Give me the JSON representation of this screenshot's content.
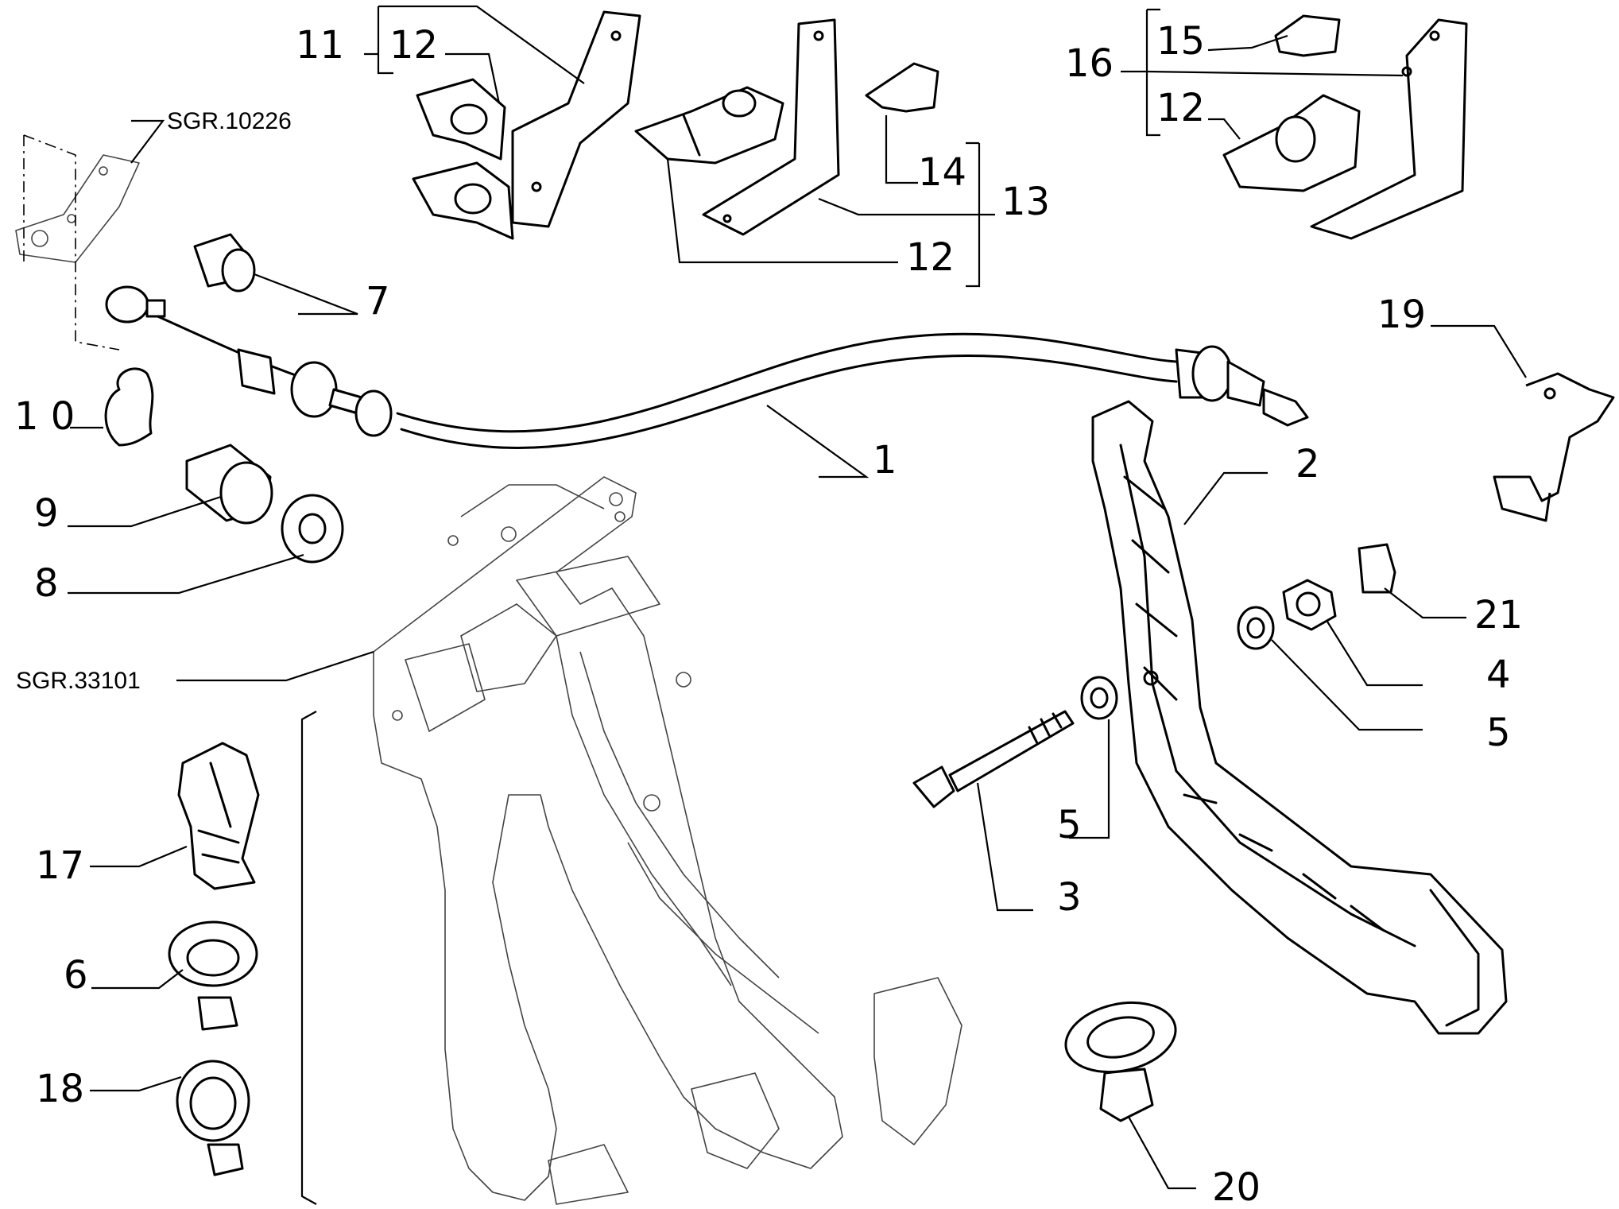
{
  "labels": {
    "cable": "1",
    "pedal": "2",
    "bolt": "3",
    "nut": "4",
    "washer_a": "5",
    "washer_b": "5",
    "clip_6": "6",
    "bush_7": "7",
    "washer_8": "8",
    "bush_9": "9",
    "spring_clip": "1 0",
    "bracket_11": "11",
    "clip_12_a": "12",
    "clip_12_b": "12",
    "clip_12_c": "12",
    "bracket_13": "13",
    "clip_14": "14",
    "clip_15": "15",
    "bracket_16": "16",
    "clip_17": "17",
    "clip_18": "18",
    "clip_19": "19",
    "clip_20": "20",
    "clip_21": "21"
  },
  "references": {
    "upper": "SGR.10226",
    "pedal_box": "SGR.33101"
  }
}
